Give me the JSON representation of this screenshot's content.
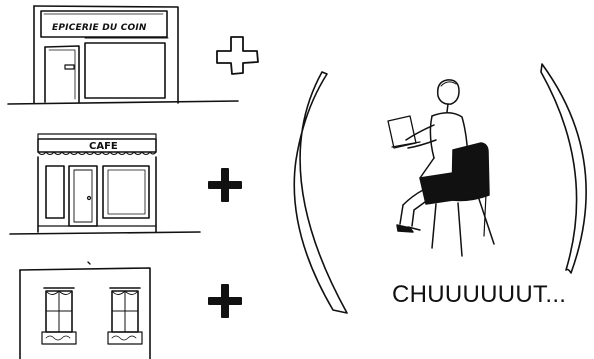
{
  "shops": [
    {
      "name": "grocery",
      "sign": "EPICERIE DU COIN"
    },
    {
      "name": "cafe",
      "sign": "CAFE"
    },
    {
      "name": "apartment",
      "sign": ""
    }
  ],
  "operators": [
    "plus-outline-icon",
    "plus-solid-icon",
    "plus-solid-icon"
  ],
  "caption": "CHUUUUUUT..."
}
